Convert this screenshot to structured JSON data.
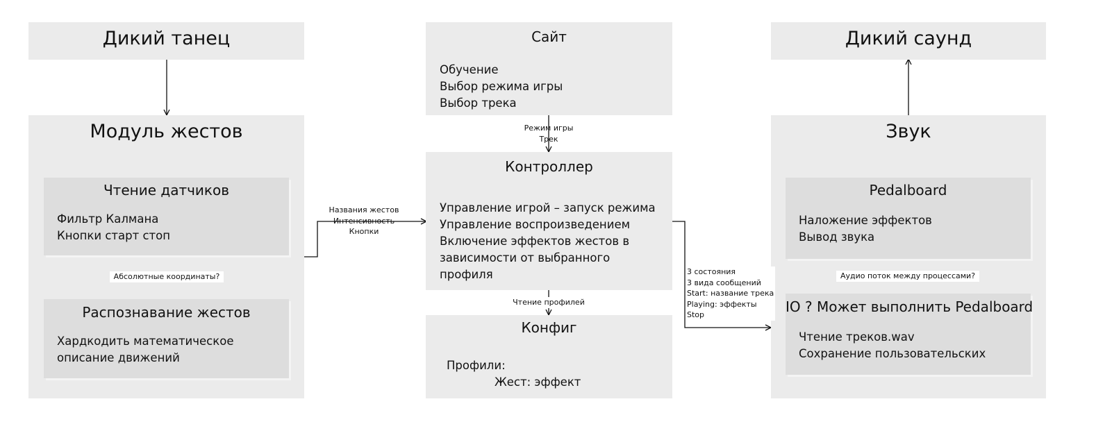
{
  "wild_dance": {
    "title": "Дикий танец"
  },
  "site": {
    "title": "Сайт",
    "items": [
      "Обучение",
      "Выбор режима игры",
      "Выбор трека"
    ]
  },
  "wild_sound": {
    "title": "Дикий саунд"
  },
  "gestures": {
    "title": "Модуль жестов",
    "sensors": {
      "title": "Чтение датчиков",
      "items": [
        "Фильтр Калмана",
        "Кнопки старт стоп"
      ]
    },
    "recognition": {
      "title": "Распознавание жестов",
      "items": [
        "Хардкодить математическое",
        "описание движений"
      ]
    }
  },
  "controller": {
    "title": "Контроллер",
    "items": [
      "Управление игрой – запуск режима",
      "Управление воспроизведением",
      "Включение эффектов жестов в",
      "зависимости от выбранного",
      "профиля"
    ]
  },
  "config": {
    "title": "Конфиг",
    "profiles": "Профили:",
    "mapping": "Жест: эффект"
  },
  "sound": {
    "title": "Звук",
    "pedalboard": {
      "title": "Pedalboard",
      "items": [
        "Наложение эффектов",
        "Вывод звука"
      ]
    },
    "io": {
      "title": "IO ? Может выполнить Pedalboard",
      "items": [
        "Чтение треков.wav",
        "Сохранение пользовательских"
      ]
    }
  },
  "edges": {
    "site_to_controller": [
      "Режим игры",
      "Трек"
    ],
    "gestures_to_controller": [
      "Названия жестов",
      "Интенсивность",
      "Кнопки"
    ],
    "sensors_to_recognition": "Абсолютные координаты?",
    "controller_to_config": "Чтение профилей",
    "controller_to_sound": [
      "3 состояния",
      "3 вида сообщений",
      "Start: название трека",
      "Playing: эффекты",
      "Stop"
    ],
    "io_to_pedalboard": "Аудио поток между процессами?"
  }
}
